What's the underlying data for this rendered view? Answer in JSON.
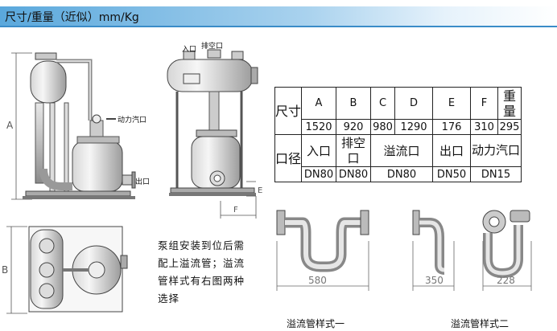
{
  "header": {
    "title": "尺寸/重量（近似）mm/Kg"
  },
  "front_view": {
    "label_A": "A",
    "outlet_power": "动力汽口",
    "outlet_out": "出口"
  },
  "side_view": {
    "label_in": "入口",
    "label_vent": "排空口",
    "label_E": "E",
    "label_F": "F"
  },
  "top_view": {
    "label_B": "B"
  },
  "spec_table": {
    "size_label": "尺寸",
    "port_label": "口径",
    "headers": [
      "A",
      "B",
      "C",
      "D",
      "E",
      "F",
      "重量"
    ],
    "values": [
      "1520",
      "920",
      "980",
      "1290",
      "176",
      "310",
      "295"
    ],
    "ports": [
      "入口",
      "排空口",
      "溢流口",
      "出口",
      "动力汽口"
    ],
    "diameters": [
      "DN80",
      "DN80",
      "DN80",
      "DN50",
      "DN15"
    ]
  },
  "note": "泵组安装到位后需配上溢流管；溢流管样式有右图两种选择",
  "pipe1": {
    "dim": "580",
    "caption": "溢流管样式一"
  },
  "pipe2": {
    "dim_a": "350",
    "dim_b": "228",
    "caption": "溢流管样式二"
  }
}
